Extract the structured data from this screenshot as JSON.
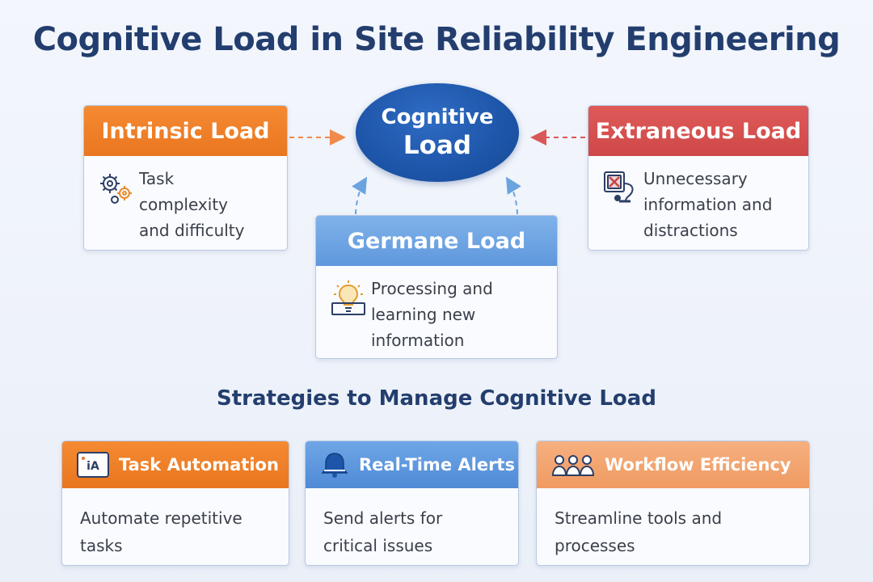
{
  "title": "Cognitive Load in Site Reliability Engineering",
  "center": {
    "line1": "Cognitive",
    "line2": "Load"
  },
  "intrinsic": {
    "title": "Intrinsic Load",
    "lines": [
      "Task",
      "complexity",
      "and difficulty"
    ],
    "icon": "gears-icon",
    "color": "#ee7d26"
  },
  "extraneous": {
    "title": "Extraneous Load",
    "lines": [
      "Unnecessary",
      "information and",
      "distractions"
    ],
    "icon": "distraction-icon",
    "color": "#d55150"
  },
  "germane": {
    "title": "Germane Load",
    "lines": [
      "Processing and",
      "learning new",
      "information"
    ],
    "icon": "lightbulb-icon",
    "color": "#6ea5e3"
  },
  "strategies_title": "Strategies to Manage Cognitive Load",
  "strategies": [
    {
      "title": "Task Automation",
      "lines": [
        "Automate repetitive",
        "tasks"
      ],
      "icon": "automation-icon",
      "color": "#ef7f26"
    },
    {
      "title": "Real-Time Alerts",
      "lines": [
        "Send alerts for",
        "critical issues"
      ],
      "icon": "bell-icon",
      "color": "#5f98dc"
    },
    {
      "title": "Workflow Efficiency",
      "lines": [
        "Streamline tools and",
        "processes"
      ],
      "icon": "people-icon",
      "color": "#f2a46d"
    }
  ],
  "colors": {
    "title": "#233e6e",
    "center": "#1d55a8",
    "arrow_orange": "#ef8a4a",
    "arrow_red": "#d85a58",
    "arrow_blue": "#6aa3df"
  }
}
